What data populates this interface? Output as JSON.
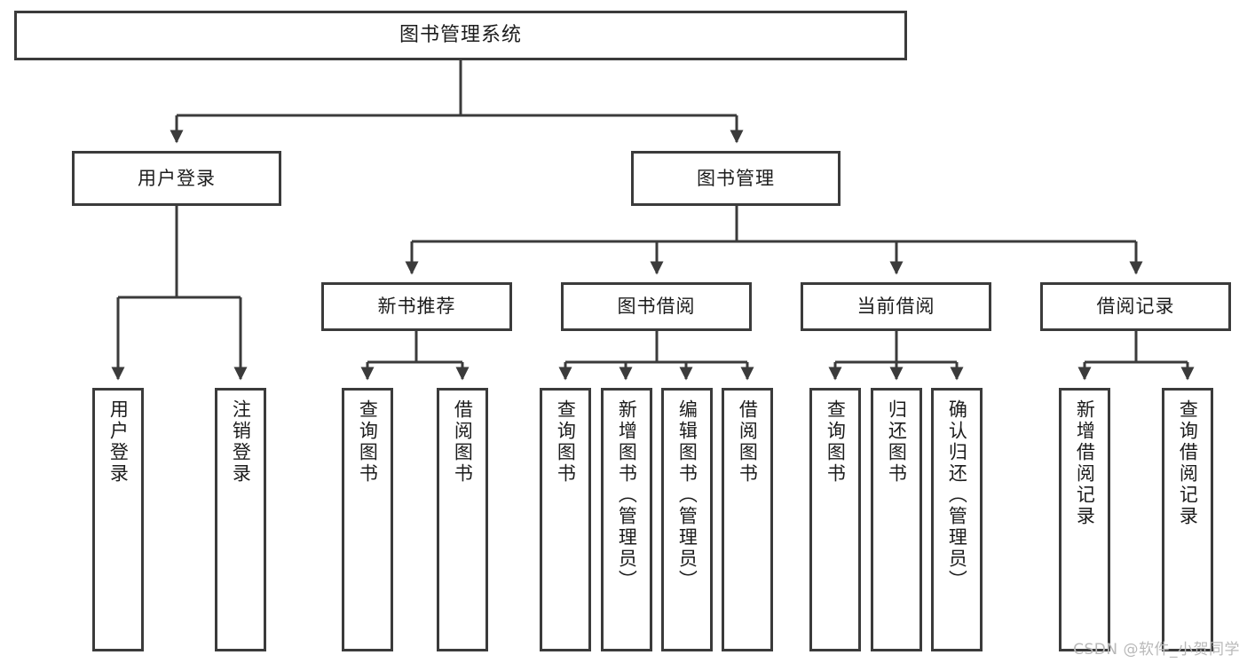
{
  "diagram": {
    "title": "图书管理系统",
    "root": {
      "label": "图书管理系统"
    },
    "level2": [
      {
        "label": "用户登录"
      },
      {
        "label": "图书管理"
      }
    ],
    "level3": [
      {
        "label": "新书推荐"
      },
      {
        "label": "图书借阅"
      },
      {
        "label": "当前借阅"
      },
      {
        "label": "借阅记录"
      }
    ],
    "leaves": {
      "user_login": [
        {
          "label": "用户登录"
        },
        {
          "label": "注销登录"
        }
      ],
      "new_book": [
        {
          "label": "查询图书"
        },
        {
          "label": "借阅图书"
        }
      ],
      "borrow": [
        {
          "label": "查询图书"
        },
        {
          "label": "新增图书（管理员）"
        },
        {
          "label": "编辑图书（管理员）"
        },
        {
          "label": "借阅图书"
        }
      ],
      "current": [
        {
          "label": "查询图书"
        },
        {
          "label": "归还图书"
        },
        {
          "label": "确认归还（管理员）"
        }
      ],
      "records": [
        {
          "label": "新增借阅记录"
        },
        {
          "label": "查询借阅记录"
        }
      ]
    }
  },
  "watermark": {
    "text": "CSDN @软件_小贺同学"
  },
  "colors": {
    "stroke": "#3b3b3b",
    "fill": "#ffffff",
    "text": "#1c1c1c",
    "watermark": "#b9b9b9"
  }
}
